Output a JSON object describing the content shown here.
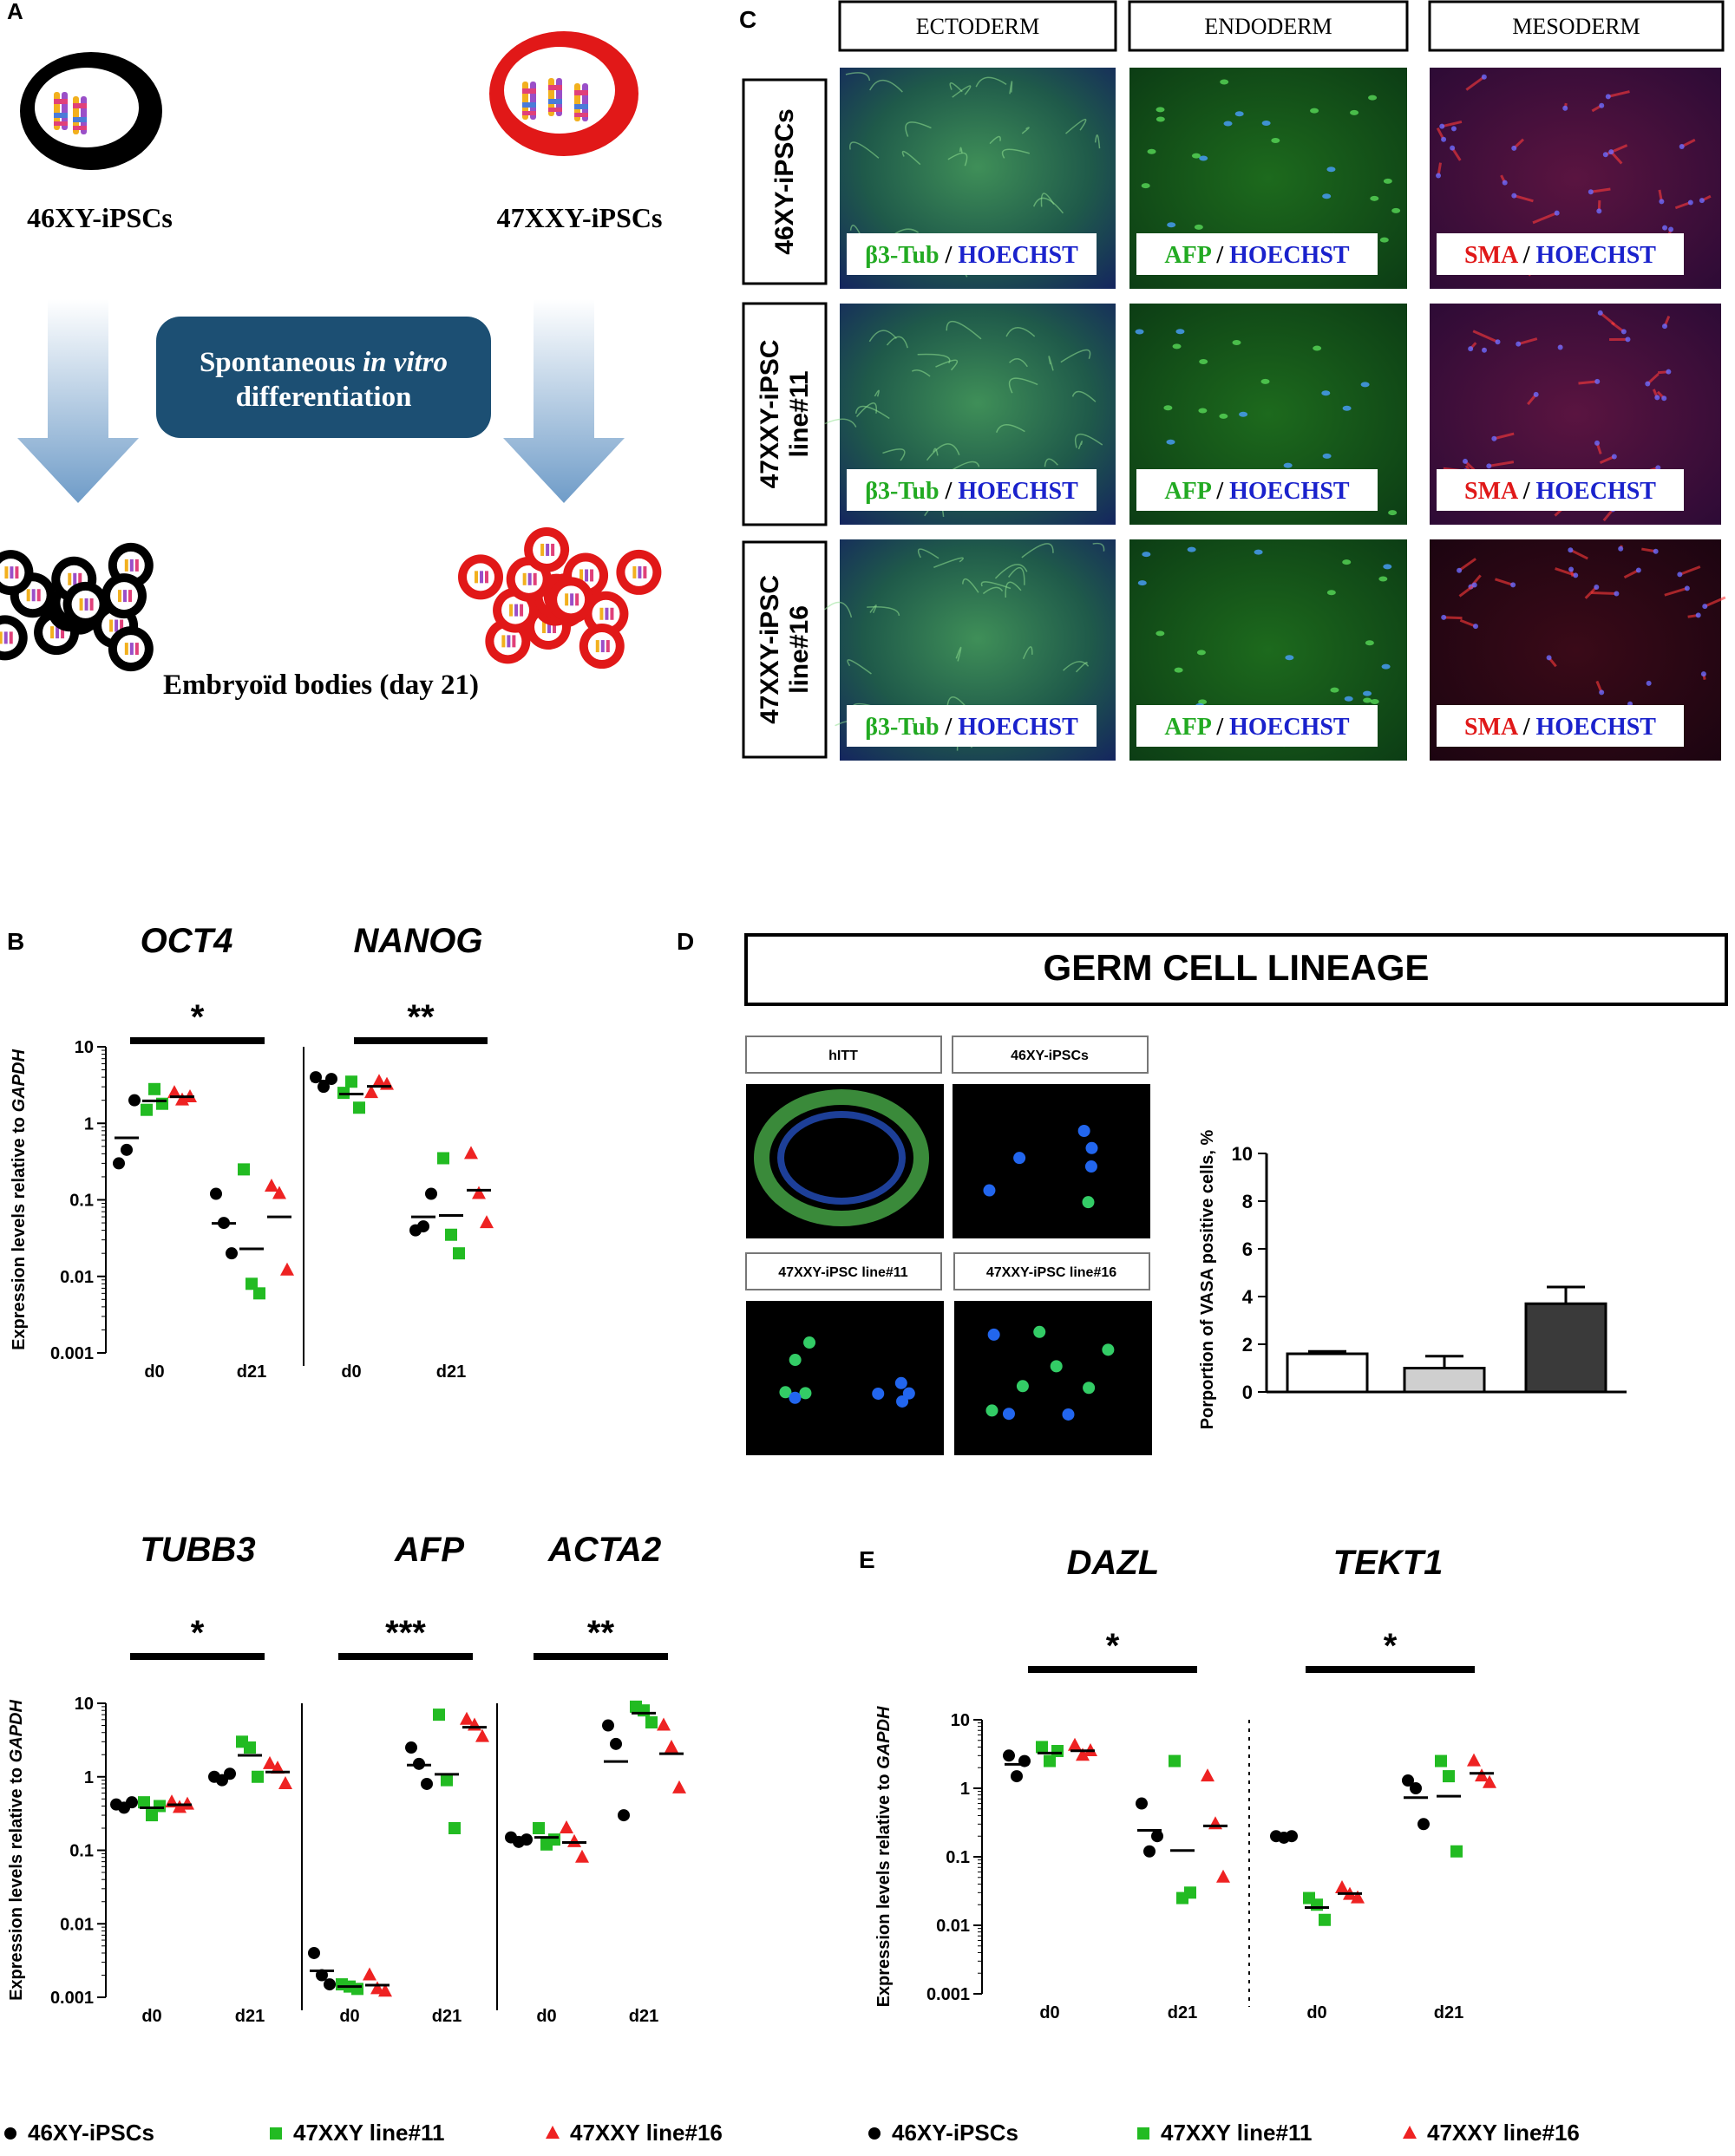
{
  "panel_a": {
    "letter": "A",
    "cell_46": "46XY-iPSCs",
    "cell_47": "47XXY-iPSCs",
    "process_line1_a": "Spontaneous ",
    "process_line1_b": "in vitro",
    "process_line2": "differentiation",
    "eb_label": "Embryoïd bodies (day 21)"
  },
  "panel_c": {
    "letter": "C",
    "col_headers": [
      "ECTODERM",
      "ENDODERM",
      "MESODERM"
    ],
    "row_labels": [
      [
        "46XY-iPSCs"
      ],
      [
        "47XXY-iPSC",
        "line#11"
      ],
      [
        "47XXY-iPSC",
        "line#16"
      ]
    ],
    "stains": [
      {
        "marker": "β3-Tub",
        "sep": " / ",
        "counter": "HOECHST"
      },
      {
        "marker": "AFP",
        "sep": " / ",
        "counter": "HOECHST"
      },
      {
        "marker": "SMA",
        "sep": " / ",
        "counter": "HOECHST"
      }
    ]
  },
  "panel_d": {
    "letter": "D",
    "title": "GERM CELL LINEAGE",
    "image_labels": [
      "hITT",
      "46XY-iPSCs",
      "47XXY-iPSC line#11",
      "47XXY-iPSC line#16"
    ]
  },
  "panel_b": {
    "letter": "B"
  },
  "panel_e": {
    "letter": "E"
  },
  "legend": {
    "items": [
      "46XY-iPSCs",
      "47XXY line#11",
      "47XXY line#16"
    ],
    "colors": [
      "#000000",
      "#22bb22",
      "#ee2222"
    ]
  },
  "chart_data": [
    {
      "id": "B-top",
      "type": "scatter",
      "ylabel_prefix": "Expression levels relative to ",
      "ylabel_gene": "GAPDH",
      "yscale": "log",
      "ylim": [
        0.001,
        10
      ],
      "ytick_labels": [
        "10",
        "1",
        "0.1",
        "0.01",
        "0.001"
      ],
      "groups": [
        {
          "gene": "OCT4",
          "sig": "*",
          "xticks": [
            "d0",
            "d21"
          ],
          "series": [
            {
              "d0": [
                0.3,
                0.45,
                2.0
              ],
              "d21": [
                0.12,
                0.05,
                0.02
              ]
            },
            {
              "d0": [
                1.5,
                2.8,
                1.8
              ],
              "d21": [
                0.25,
                0.008,
                0.006
              ]
            },
            {
              "d0": [
                2.5,
                2.0,
                2.2
              ],
              "d21": [
                0.15,
                0.12,
                0.012
              ]
            }
          ]
        },
        {
          "gene": "NANOG",
          "sig": "**",
          "xticks": [
            "d0",
            "d21"
          ],
          "series": [
            {
              "d0": [
                4.0,
                3.0,
                3.8
              ],
              "d21": [
                0.04,
                0.045,
                0.12
              ]
            },
            {
              "d0": [
                2.5,
                3.5,
                1.6
              ],
              "d21": [
                0.35,
                0.035,
                0.02
              ]
            },
            {
              "d0": [
                2.5,
                3.5,
                3.2
              ],
              "d21": [
                0.4,
                0.12,
                0.05
              ]
            }
          ]
        }
      ]
    },
    {
      "id": "B-bottom",
      "type": "scatter",
      "ylabel_prefix": "Expression levels relative to ",
      "ylabel_gene": "GAPDH",
      "yscale": "log",
      "ylim": [
        0.001,
        10
      ],
      "ytick_labels": [
        "10",
        "1",
        "0.1",
        "0.01",
        "0.001"
      ],
      "groups": [
        {
          "gene": "TUBB3",
          "sig": "*",
          "xticks": [
            "d0",
            "d21"
          ],
          "series": [
            {
              "d0": [
                0.42,
                0.38,
                0.45
              ],
              "d21": [
                1.0,
                0.9,
                1.1
              ]
            },
            {
              "d0": [
                0.45,
                0.3,
                0.4
              ],
              "d21": [
                3.0,
                2.5,
                1.0
              ]
            },
            {
              "d0": [
                0.45,
                0.38,
                0.42
              ],
              "d21": [
                1.5,
                1.3,
                0.8
              ]
            }
          ]
        },
        {
          "gene": "AFP",
          "sig": "***",
          "xticks": [
            "d0",
            "d21"
          ],
          "series": [
            {
              "d0": [
                0.004,
                0.002,
                0.0015
              ],
              "d21": [
                2.5,
                1.5,
                0.8
              ]
            },
            {
              "d0": [
                0.0015,
                0.0014,
                0.0013
              ],
              "d21": [
                7.0,
                0.9,
                0.2
              ]
            },
            {
              "d0": [
                0.002,
                0.0013,
                0.0012
              ],
              "d21": [
                6.0,
                5.0,
                3.5
              ]
            }
          ]
        },
        {
          "gene": "ACTA2",
          "sig": "**",
          "xticks": [
            "d0",
            "d21"
          ],
          "series": [
            {
              "d0": [
                0.15,
                0.13,
                0.14
              ],
              "d21": [
                5.0,
                2.8,
                0.3
              ]
            },
            {
              "d0": [
                0.2,
                0.12,
                0.14
              ],
              "d21": [
                9.0,
                8.0,
                5.5
              ]
            },
            {
              "d0": [
                0.2,
                0.13,
                0.08
              ],
              "d21": [
                5.0,
                2.5,
                0.7
              ]
            }
          ]
        }
      ]
    },
    {
      "id": "D-bar",
      "type": "bar",
      "ylabel": "Porportion of VASA positive cells, %",
      "ylim": [
        0,
        10
      ],
      "ytick_labels": [
        "0",
        "2",
        "4",
        "6",
        "8",
        "10"
      ],
      "values": [
        1.6,
        1.0,
        3.7
      ],
      "errors": [
        0.1,
        0.5,
        0.7
      ],
      "fills": [
        "#ffffff",
        "#cfcfcf",
        "#3a3a3a"
      ]
    },
    {
      "id": "E",
      "type": "scatter",
      "ylabel_prefix": "Expression levels relative to ",
      "ylabel_gene": "GAPDH",
      "yscale": "log",
      "ylim": [
        0.001,
        10
      ],
      "ytick_labels": [
        "10",
        "1",
        "0.1",
        "0.01",
        "0.001"
      ],
      "groups": [
        {
          "gene": "DAZL",
          "sig": "*",
          "xticks": [
            "d0",
            "d21"
          ],
          "series": [
            {
              "d0": [
                3.0,
                1.5,
                2.5
              ],
              "d21": [
                0.6,
                0.12,
                0.2
              ]
            },
            {
              "d0": [
                4.0,
                2.5,
                3.5
              ],
              "d21": [
                2.5,
                0.025,
                0.03
              ]
            },
            {
              "d0": [
                4.2,
                3.0,
                3.5
              ],
              "d21": [
                1.5,
                0.3,
                0.05
              ]
            }
          ]
        },
        {
          "gene": "TEKT1",
          "sig": "*",
          "xticks": [
            "d0",
            "d21"
          ],
          "series": [
            {
              "d0": [
                0.2,
                0.19,
                0.2
              ],
              "d21": [
                1.3,
                1.0,
                0.3
              ]
            },
            {
              "d0": [
                0.025,
                0.02,
                0.012
              ],
              "d21": [
                2.5,
                1.5,
                0.12
              ]
            },
            {
              "d0": [
                0.035,
                0.028,
                0.025
              ],
              "d21": [
                2.5,
                1.5,
                1.2
              ]
            }
          ]
        }
      ]
    }
  ]
}
